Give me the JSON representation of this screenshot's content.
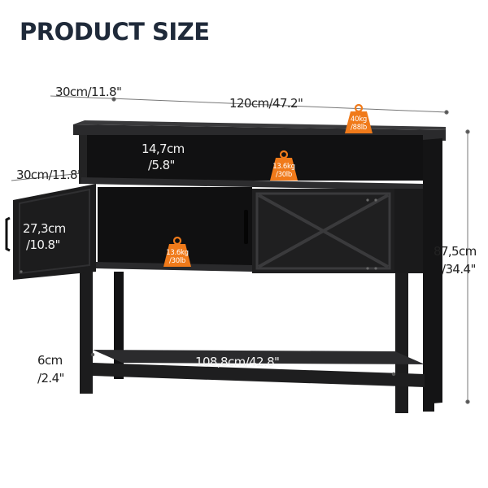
{
  "title": "PRODUCT SIZE",
  "dimensions": {
    "depth_top": "30cm/11.8\"",
    "width_top": "120cm/47.2\"",
    "shelf_height_line1": "14,7cm",
    "shelf_height_line2": "/5.8\"",
    "door_depth": "30cm/11.8\"",
    "door_height_line1": "27,3cm",
    "door_height_line2": "/10.8\"",
    "total_height_line1": "87,5cm",
    "total_height_line2": "/34.4\"",
    "leg_height_line1": "6cm",
    "leg_height_line2": "/2.4\"",
    "bottom_width": "108,8cm/42.8\""
  },
  "weights": {
    "top": {
      "kg": "40kg",
      "lb": "/88lb"
    },
    "open_shelf": {
      "kg": "13.6kg",
      "lb": "/30lb"
    },
    "cabinet": {
      "kg": "13.6kg",
      "lb": "/30lb"
    }
  },
  "colors": {
    "title": "#1f2a3a",
    "furniture": "#1c1c1d",
    "badge": "#f07a1a",
    "text": "#222222"
  },
  "icons": [
    "weight-icon"
  ]
}
